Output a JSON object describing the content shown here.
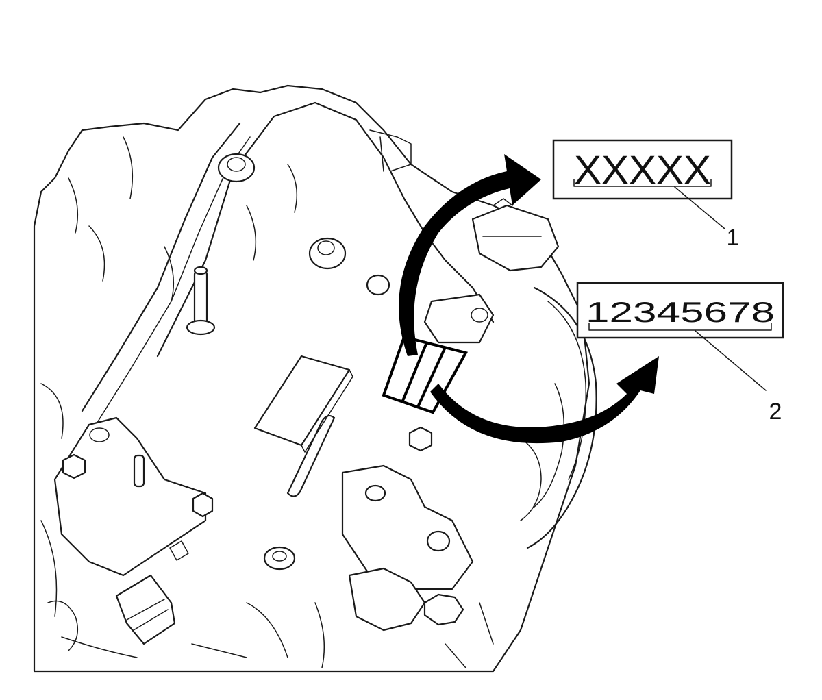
{
  "labels": [
    {
      "id": 1,
      "text": "XXXXX",
      "callout": "1"
    },
    {
      "id": 2,
      "text": "12345678",
      "callout": "2"
    }
  ],
  "colors": {
    "line": "#1a1a1a",
    "arrow": "#000000",
    "background": "#ffffff"
  }
}
